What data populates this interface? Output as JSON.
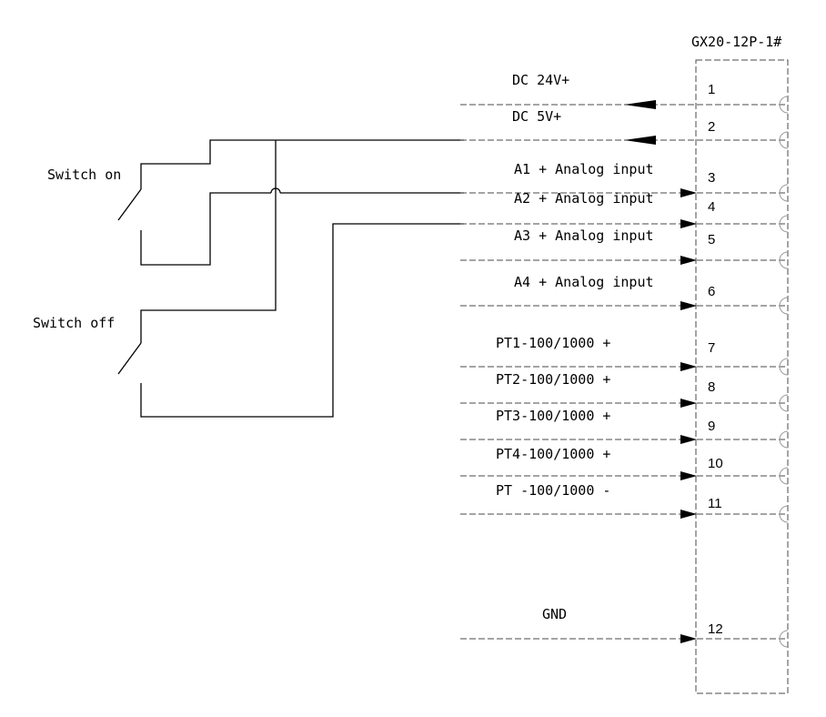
{
  "connector": {
    "title": "GX20-12P-1#"
  },
  "switches": [
    {
      "label": "Switch on"
    },
    {
      "label": "Switch off"
    }
  ],
  "pins": [
    {
      "number": "1",
      "label": "DC 24V+",
      "direction": "out"
    },
    {
      "number": "2",
      "label": "DC 5V+",
      "direction": "out"
    },
    {
      "number": "3",
      "label": "A1 +  Analog input",
      "direction": "in"
    },
    {
      "number": "4",
      "label": "A2 +  Analog input",
      "direction": "in"
    },
    {
      "number": "5",
      "label": "A3 +  Analog input",
      "direction": "in"
    },
    {
      "number": "6",
      "label": "A4 +  Analog input",
      "direction": "in"
    },
    {
      "number": "7",
      "label": "PT1-100/1000   +",
      "direction": "in"
    },
    {
      "number": "8",
      "label": "PT2-100/1000   +",
      "direction": "in"
    },
    {
      "number": "9",
      "label": "PT3-100/1000   +",
      "direction": "in"
    },
    {
      "number": "10",
      "label": "PT4-100/1000   +",
      "direction": "in"
    },
    {
      "number": "11",
      "label": "PT -100/1000   -",
      "direction": "in"
    },
    {
      "number": "12",
      "label": "GND",
      "direction": "in"
    }
  ]
}
